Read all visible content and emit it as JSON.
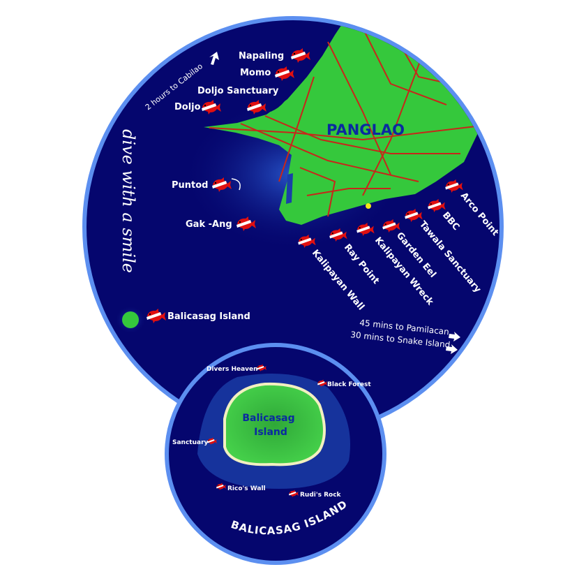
{
  "map": {
    "colors": {
      "ocean": "#05066e",
      "border": "#5c8ff0",
      "land": "#35c83c",
      "roads": "#c8261a",
      "shallows": "#1a3fa8",
      "marker": "#e01010"
    },
    "main_island_label": "PANGLAO",
    "tagline": "dive with a smile",
    "directions": {
      "cabilao": "2 hours to Cabilao",
      "pamilacan": "45 mins to Pamilacan",
      "snake_island": "30 mins to Snake Island"
    },
    "dive_sites": {
      "napaling": "Napaling",
      "momo": "Momo",
      "doljo_sanctuary": "Doljo Sanctuary",
      "doljo": "Doljo",
      "puntod": "Puntod",
      "gak_ang": "Gak -Ang",
      "balicasag": "Balicasag Island",
      "arco_point": "Arco Point",
      "bbc": "BBC",
      "tawala_sanctuary": "Tawala Sanctuary",
      "garden_eel": "Garden Eel",
      "kalipayan_wreck": "Kalipayan Wreck",
      "ray_point": "Ray Point",
      "kalipayan_wall": "Kalipayan Wall"
    },
    "inset": {
      "title": "BALICASAG ISLAND",
      "island_label_1": "Balicasag",
      "island_label_2": "Island",
      "sites": {
        "divers_heaven": "Divers Heaven",
        "black_forest": "Black Forest",
        "sanctuary": "Sanctuary",
        "ricos_wall": "Rico's Wall",
        "rudis_rock": "Rudi's Rock"
      }
    }
  }
}
